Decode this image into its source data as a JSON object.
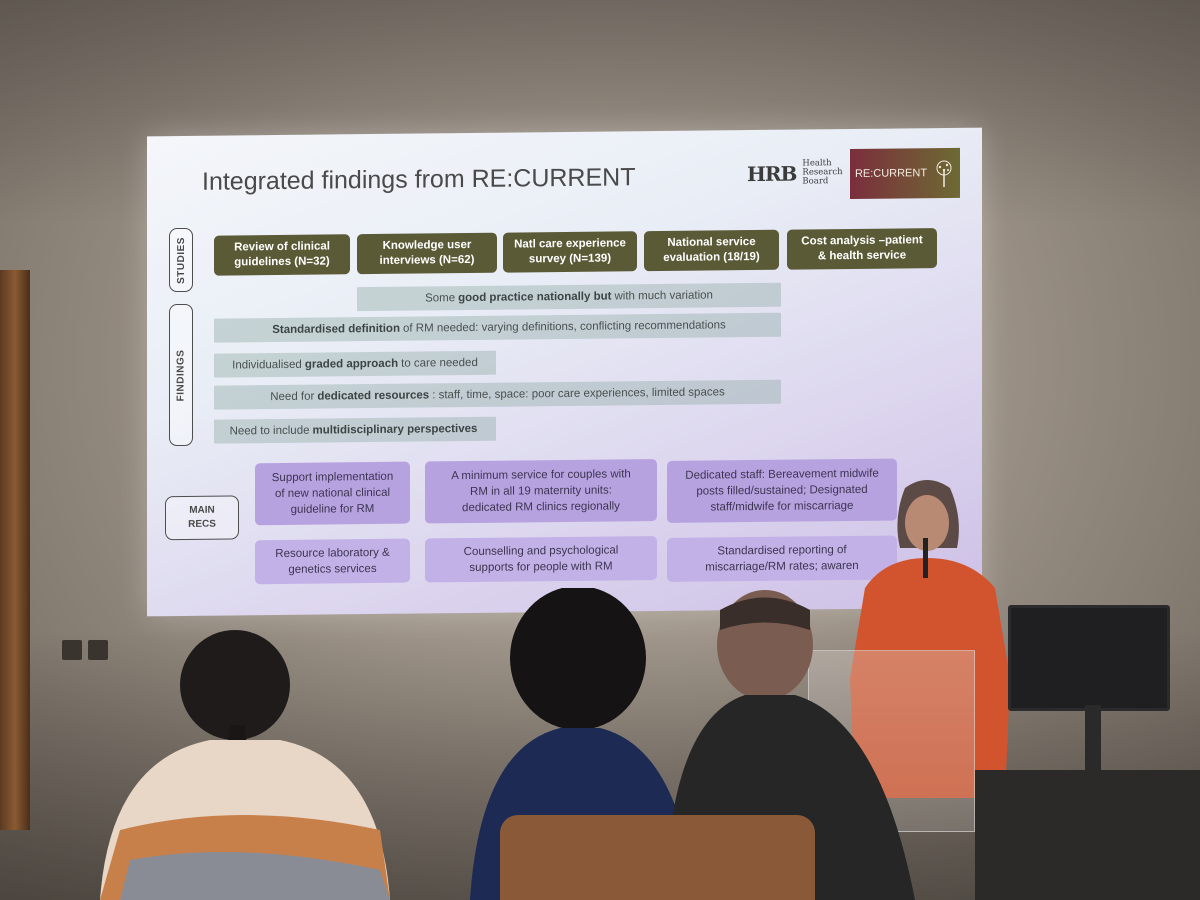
{
  "slide": {
    "title": "Integrated findings from RE:CURRENT",
    "logos": {
      "hrb_mark": "HRB",
      "hrb_text": "Health\nResearch\nBoard",
      "recurrent": "RE:CURRENT"
    },
    "section_labels": {
      "studies": "STUDIES",
      "findings": "FINDINGS",
      "main_recs": "MAIN\nRECS"
    },
    "studies": [
      "Review of clinical\nguidelines (N=32)",
      "Knowledge user\ninterviews (N=62)",
      "Natl care experience\nsurvey (N=139)",
      "National service\nevaluation (18/19)",
      "Cost analysis –patient\n& health service"
    ],
    "findings": [
      {
        "pre": "Some",
        "bold": "good practice nationally but",
        "post": "with much variation"
      },
      {
        "pre": "",
        "bold": "Standardised definition",
        "post": "of RM needed: varying definitions, conflicting recommendations"
      },
      {
        "pre": "Individualised",
        "bold": "graded approach",
        "post": "to care needed"
      },
      {
        "pre": "Need for",
        "bold": "dedicated resources",
        "post": ": staff, time, space: poor care experiences, limited spaces"
      },
      {
        "pre": "Need to include",
        "bold": "multidisciplinary perspectives",
        "post": ""
      }
    ],
    "recommendations": [
      "Support implementation\nof new national clinical\nguideline for RM",
      "A minimum service for couples with\nRM in all 19 maternity units:\ndedicated RM clinics regionally",
      "Dedicated staff: Bereavement midwife\nposts filled/sustained; Designated\nstaff/midwife for miscarriage",
      "Resource laboratory &\ngenetics services",
      "Counselling and psychological\nsupports for people with RM",
      "Standardised reporting of\nmiscarriage/RM rates; awaren"
    ]
  },
  "colors": {
    "study_box": "#5a5a36",
    "finding_bar": "#96afaa",
    "rec_box": "#b7a2e0",
    "presenter_top": "#d2542e"
  }
}
